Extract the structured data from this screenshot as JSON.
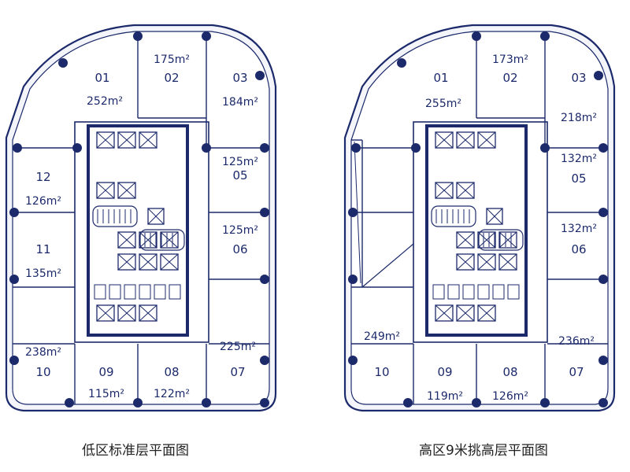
{
  "colors": {
    "line": "#1c2a6b",
    "text": "#1c2a6b",
    "caption": "#222222",
    "fill": "#f3f5fb"
  },
  "plans": [
    {
      "caption": "低区标准层平面图",
      "units": [
        {
          "no": "01",
          "area": "252m²"
        },
        {
          "no": "02",
          "area": "175m²"
        },
        {
          "no": "03",
          "area": "184m²"
        },
        {
          "no": "05",
          "area": "125m²"
        },
        {
          "no": "06",
          "area": "125m²"
        },
        {
          "no": "07",
          "area": "225m²"
        },
        {
          "no": "08",
          "area": "122m²"
        },
        {
          "no": "09",
          "area": "115m²"
        },
        {
          "no": "10",
          "area": "238m²"
        },
        {
          "no": "11",
          "area": "135m²"
        },
        {
          "no": "12",
          "area": "126m²"
        }
      ]
    },
    {
      "caption": "高区9米挑高层平面图",
      "units": [
        {
          "no": "01",
          "area": "255m²"
        },
        {
          "no": "02",
          "area": "173m²"
        },
        {
          "no": "03",
          "area": "218m²"
        },
        {
          "no": "05",
          "area": "132m²"
        },
        {
          "no": "06",
          "area": "132m²"
        },
        {
          "no": "07",
          "area": "236m²"
        },
        {
          "no": "08",
          "area": "126m²"
        },
        {
          "no": "09",
          "area": "119m²"
        },
        {
          "no": "10",
          "area": "249m²"
        }
      ]
    }
  ]
}
